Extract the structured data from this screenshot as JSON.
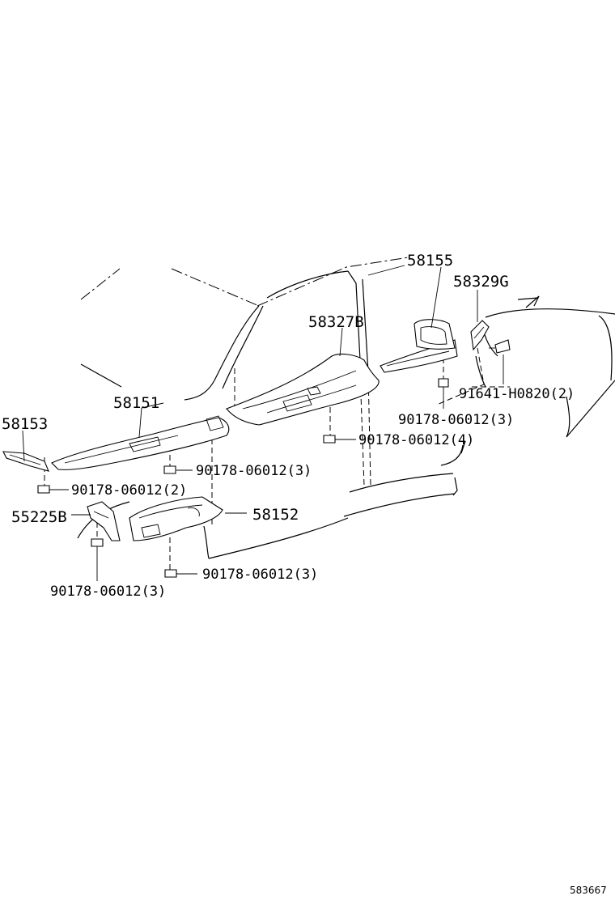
{
  "callouts": {
    "p58155": "58155",
    "p58329g": "58329G",
    "p58327b": "58327B",
    "p58151": "58151",
    "p58153": "58153",
    "p55225b": "55225B",
    "p58152": "58152",
    "clip_a": "91641-H0820(2)",
    "clip_b": "90178-06012(3)",
    "clip_c": "90178-06012(4)",
    "clip_d": "90178-06012(3)",
    "clip_e": "90178-06012(2)",
    "clip_f": "90178-06012(3)",
    "clip_g": "90178-06012(3)"
  },
  "diagram_ref": "583667"
}
